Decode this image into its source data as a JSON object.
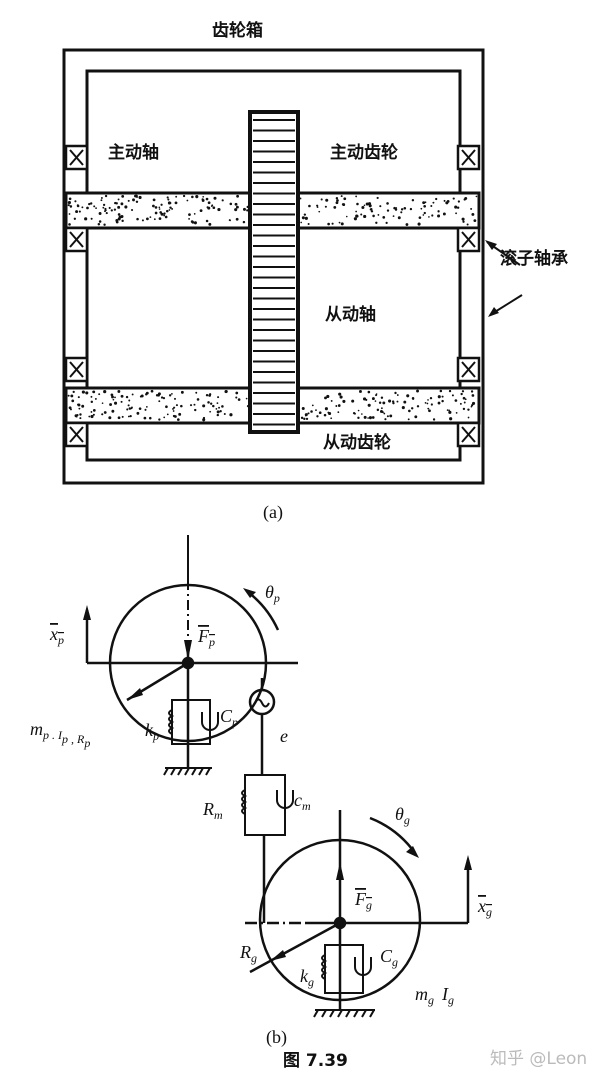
{
  "figure_a": {
    "gearbox_label": "齿轮箱",
    "drive_shaft_label": "主动轴",
    "drive_gear_label": "主动齿轮",
    "driven_shaft_label": "从动轴",
    "driven_gear_label": "从动齿轮",
    "roller_bearing_label": "滚子轴承",
    "caption": "(a)"
  },
  "figure_b": {
    "theta_p": "θ",
    "theta_p_sub": "p",
    "x_p": "x",
    "x_p_sub": "p",
    "F_p": "F",
    "F_p_sub": "p",
    "k_p": "k",
    "k_p_sub": "p",
    "C_p": "C",
    "C_p_sub": "p",
    "pinion_params": "m",
    "pinion_params_rest": "p . I",
    "pinion_params_rest2": "p , R",
    "pinion_params_rest3": "p",
    "e": "e",
    "R_m": "R",
    "R_m_sub": "m",
    "c_m": "c",
    "c_m_sub": "m",
    "theta_g": "θ",
    "theta_g_sub": "g",
    "F_g": "F",
    "F_g_sub": "g",
    "x_g": "x",
    "x_g_sub": "g",
    "R_g": "R",
    "R_g_sub": "g",
    "k_g": "k",
    "k_g_sub": "g",
    "C_g": "C",
    "C_g_sub": "g",
    "gear_m": "m",
    "gear_m_sub": "g",
    "gear_I": "I",
    "gear_I_sub": "g",
    "caption": "(b)"
  },
  "figure_caption": "图 7.39",
  "watermark": "知乎 @Leon"
}
